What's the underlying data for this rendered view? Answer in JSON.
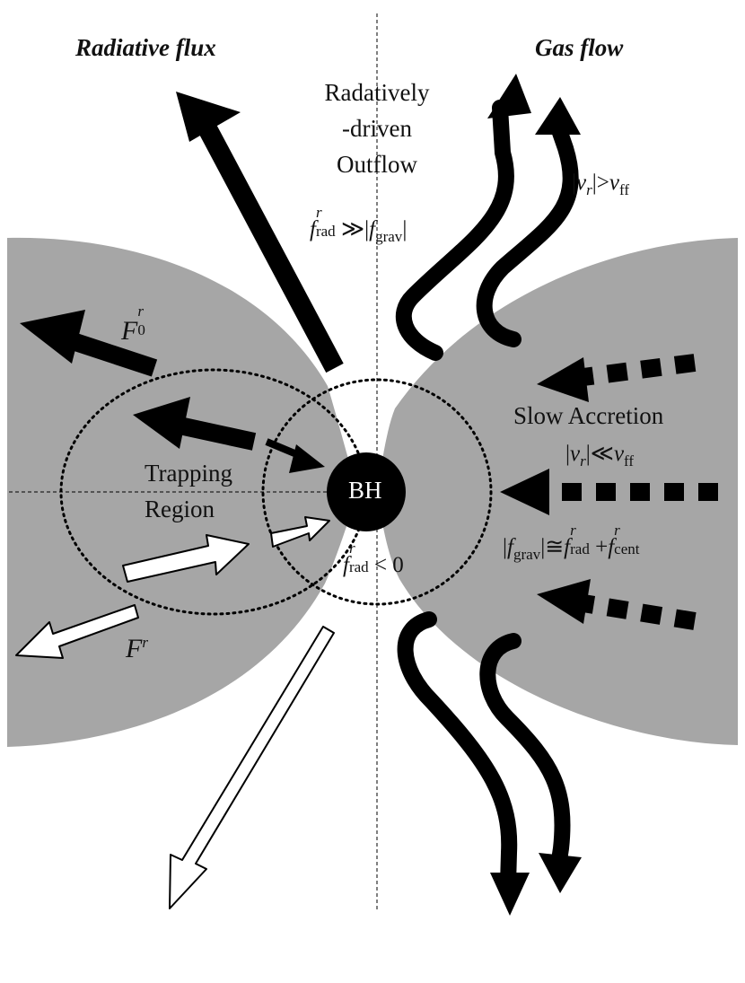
{
  "headers": {
    "radiative_flux": "Radiative flux",
    "gas_flow": "Gas flow"
  },
  "labels": {
    "outflow_l1": "Radatively",
    "outflow_l2": "-driven",
    "outflow_l3": "Outflow",
    "slow_accretion": "Slow Accretion",
    "trapping_l1": "Trapping",
    "trapping_l2": "Region",
    "bh": "BH"
  },
  "math": {
    "f": "f",
    "F": "F",
    "v": "v",
    "r": "r",
    "zero_sub": "0",
    "rad": "rad",
    "grav": "grav",
    "cent": "cent",
    "ff": "ff",
    "gg": "≫",
    "ll": "≪",
    "gt": ">",
    "lt": "< 0",
    "approx": "≅",
    "plus": "+",
    "bar": "|"
  },
  "colors": {
    "disk": "#a6a6a6",
    "arrow_black": "#000000",
    "arrow_white": "#ffffff",
    "black_hole": "#000000"
  },
  "icons": {
    "black_hole": "filled-circle",
    "flux_arrow": "arrow"
  }
}
